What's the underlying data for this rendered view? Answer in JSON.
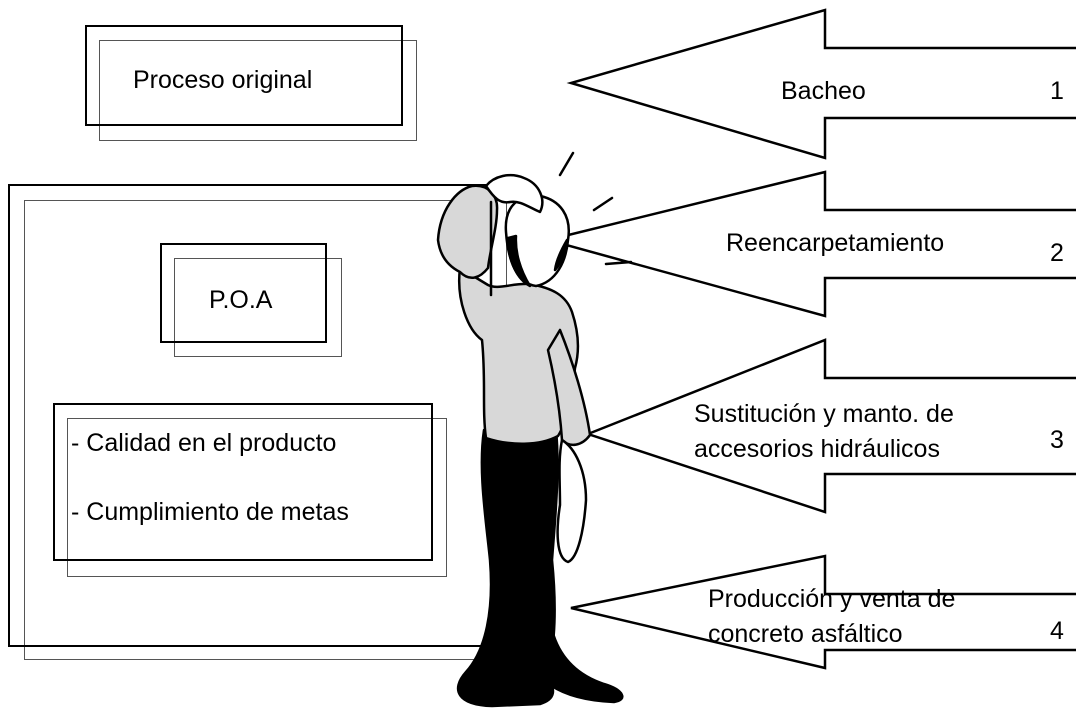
{
  "boxes": {
    "proceso_original": "Proceso original",
    "poa": "P.O.A",
    "items": [
      "- Calidad en el producto",
      "- Cumplimiento de metas"
    ]
  },
  "arrows": [
    {
      "lines": [
        "Bacheo"
      ],
      "number": "1"
    },
    {
      "lines": [
        "Reencarpetamiento"
      ],
      "number": "2"
    },
    {
      "lines": [
        "Sustitución y manto. de",
        "accesorios hidráulicos"
      ],
      "number": "3"
    },
    {
      "lines": [
        "Producción y venta de",
        "concreto asfáltico"
      ],
      "number": "4"
    }
  ]
}
